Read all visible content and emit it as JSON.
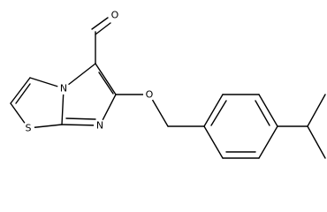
{
  "atoms": {
    "oxygen_aldehyde": "O",
    "nitrogen_bridge": "N",
    "nitrogen_imidazole": "N",
    "sulfur": "S",
    "oxygen_ether": "O"
  },
  "colors": {
    "bond": "#000000",
    "label": "#000000",
    "background": "#ffffff"
  }
}
